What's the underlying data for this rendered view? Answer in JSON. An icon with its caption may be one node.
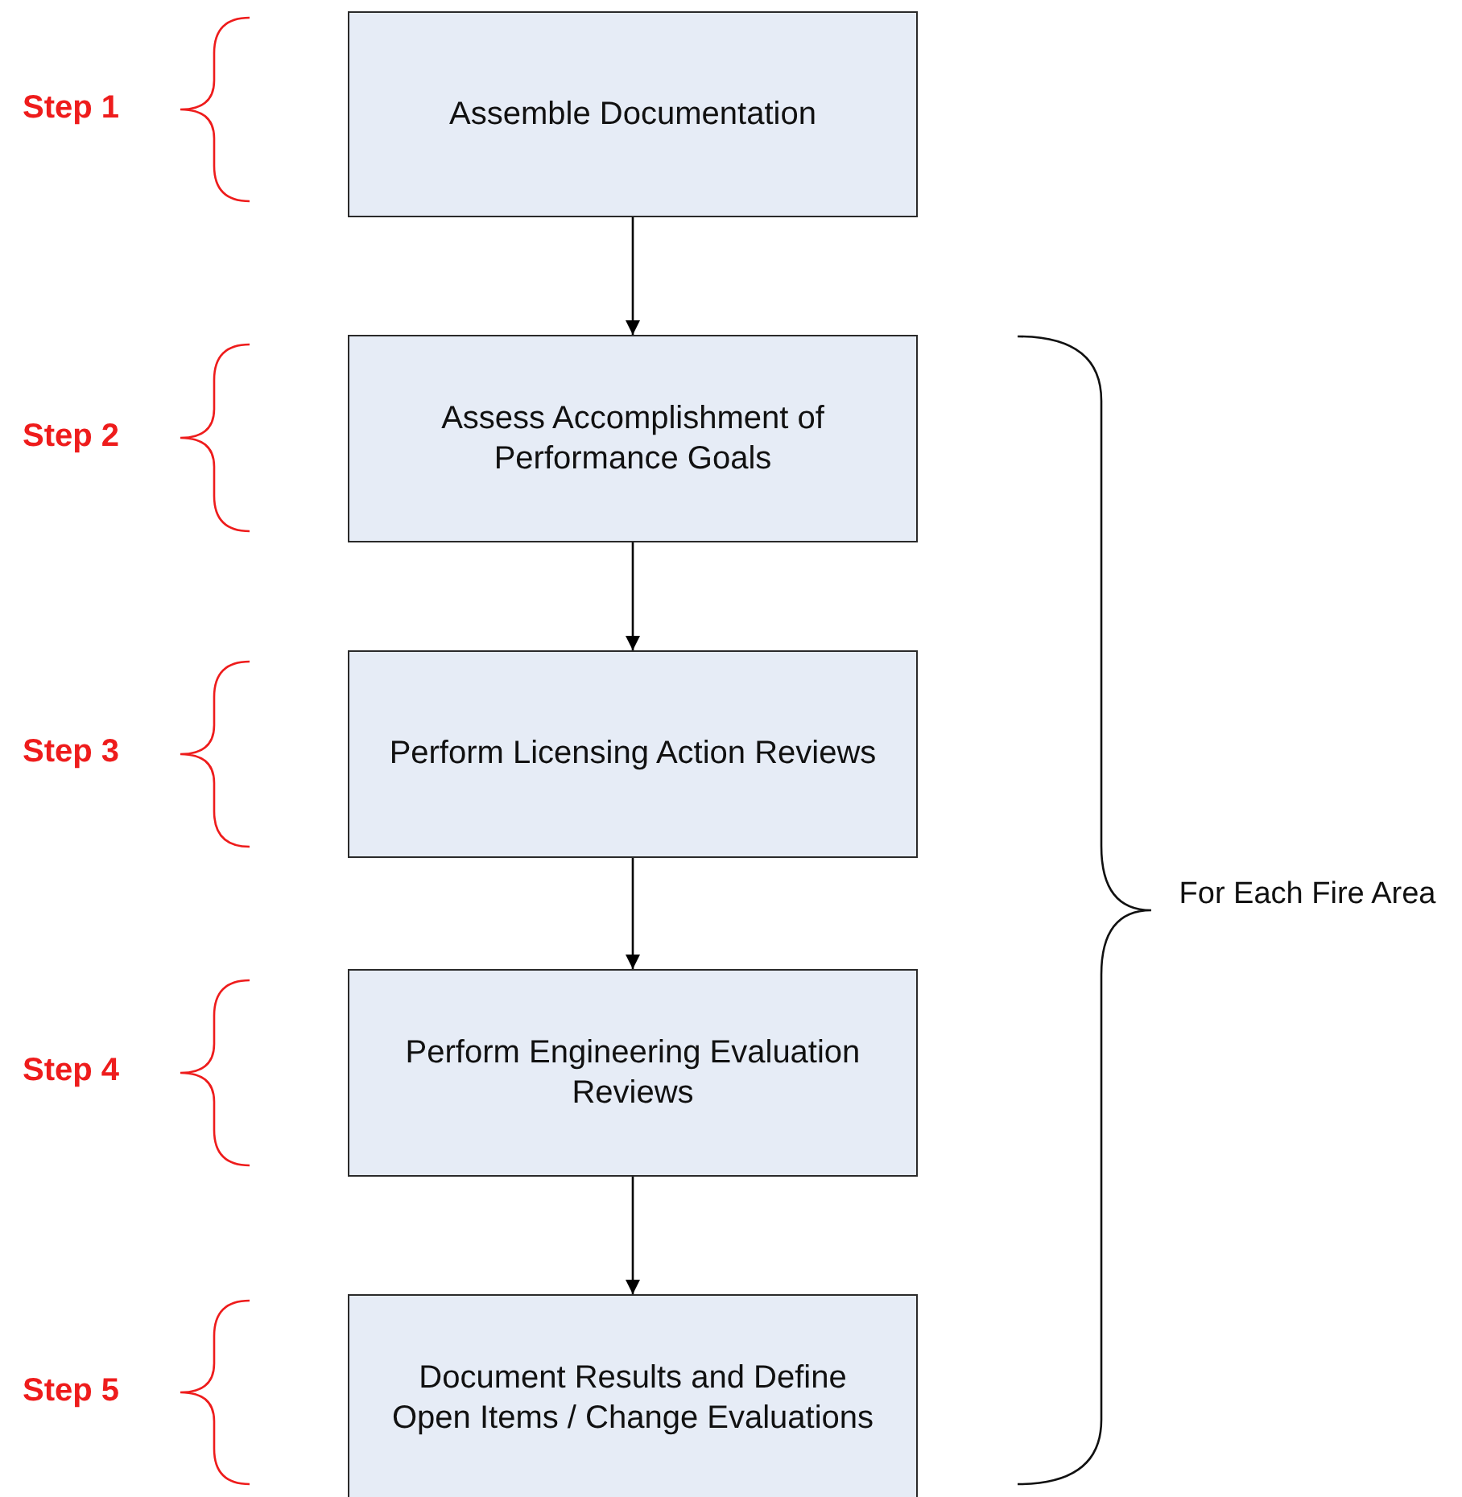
{
  "diagram": {
    "nodes": [
      {
        "text": [
          "Assemble Documentation"
        ]
      },
      {
        "text": [
          "Assess Accomplishment of Performance Goals"
        ]
      },
      {
        "text": [
          "Perform Licensing Action Reviews"
        ]
      },
      {
        "text": [
          "Perform Engineering Evaluation Reviews"
        ]
      },
      {
        "text": [
          "Document Results and Define Open Items / Change Evaluations"
        ]
      }
    ],
    "edges": [
      {
        "from": 0,
        "to": 1,
        "arrow": "to"
      },
      {
        "from": 1,
        "to": 2,
        "arrow": "to"
      },
      {
        "from": 2,
        "to": 3,
        "arrow": "to"
      },
      {
        "from": 3,
        "to": 4,
        "arrow": "to"
      }
    ],
    "labels": [
      "Step 1",
      "Step 2",
      "Step 3",
      "For Each Fire Area",
      "Step 4",
      "Step 5"
    ]
  }
}
